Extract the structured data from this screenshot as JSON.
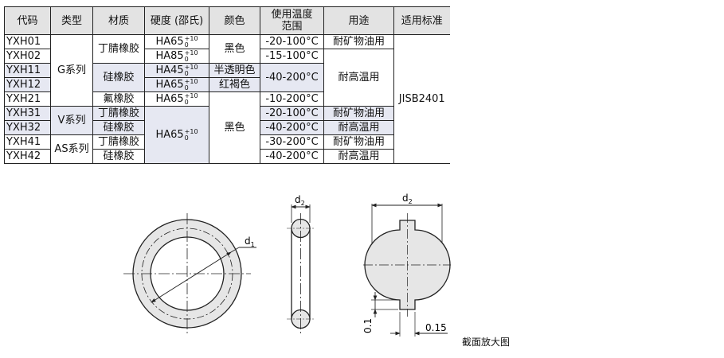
{
  "table": {
    "headers": {
      "code": "代码",
      "type": "类型",
      "material": "材质",
      "hardness": "硬度 (邵氏)",
      "color": "颜色",
      "temp": "使用温度范围",
      "use": "用途",
      "std": "适用标准"
    },
    "codes": [
      "YXH01",
      "YXH02",
      "YXH11",
      "YXH12",
      "YXH21",
      "YXH31",
      "YXH32",
      "YXH41",
      "YXH42"
    ],
    "types": {
      "g": "G系列",
      "v": "V系列",
      "as": "AS系列"
    },
    "materials": {
      "nbr_a": "丁腈橡胶",
      "si_a": "硅橡胶",
      "fkm": "氟橡胶",
      "nbr_b": "丁腈橡胶",
      "si_b": "硅橡胶",
      "nbr_c": "丁腈橡胶",
      "si_c": "硅橡胶"
    },
    "hardness": {
      "h1": {
        "base": "HA65",
        "up": "+10",
        "low": "0"
      },
      "h2": {
        "base": "HA85",
        "up": "+10",
        "low": "0"
      },
      "h3": {
        "base": "HA45",
        "up": "+10",
        "low": "0"
      },
      "h4": {
        "base": "HA65",
        "up": "+10",
        "low": "0"
      },
      "h5": {
        "base": "HA65",
        "up": "+10",
        "low": "0"
      },
      "h6": {
        "base": "HA65",
        "up": "+10",
        "low": "0"
      }
    },
    "colors": {
      "black_a": "黑色",
      "translucent": "半透明色",
      "reddish_brown": "红褐色",
      "black_b": "黑色"
    },
    "temps": [
      "-20-100°C",
      "-15-100°C",
      "-40-200°C",
      "-10-200°C",
      "-20-100°C",
      "-40-200°C",
      "-30-200°C",
      "-40-200°C"
    ],
    "uses": {
      "oil_a": "耐矿物油用",
      "heat_a": "耐高温用",
      "oil_b": "耐矿物油用",
      "heat_b": "耐高温用",
      "oil_c": "耐矿物油用",
      "heat_c": "耐高温用"
    },
    "standard": "JISB2401"
  },
  "drawing": {
    "d1_label": "d",
    "d1_sub": "1",
    "d2_label": "d",
    "d2_sub": "2",
    "dim_01": "0.1",
    "dim_015": "0.15",
    "caption": "截面放大图"
  }
}
